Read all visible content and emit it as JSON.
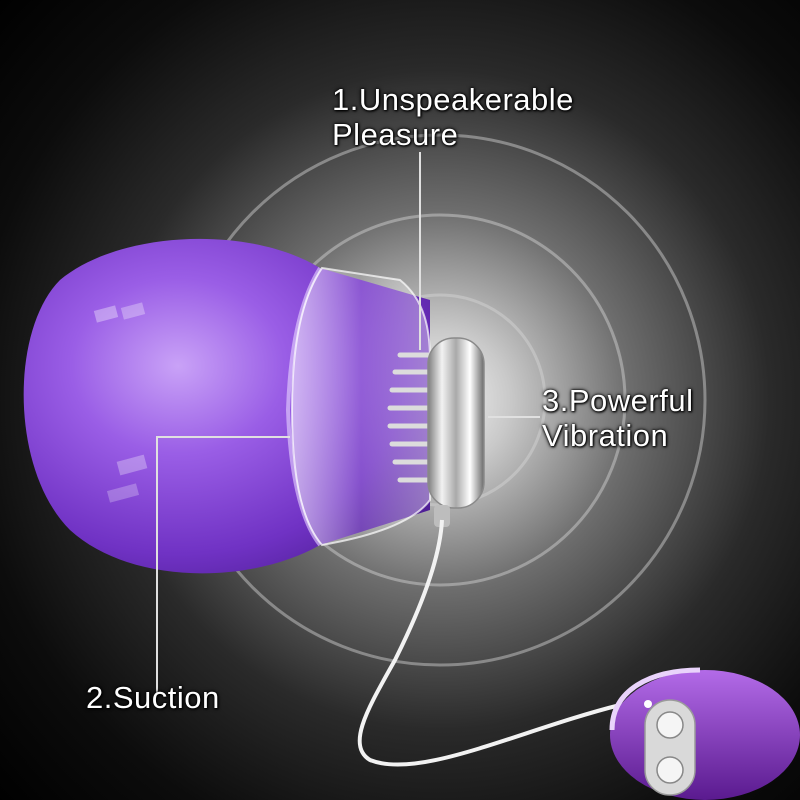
{
  "callouts": {
    "pleasure": {
      "line1": "1.Unspeakerable",
      "line2": "Pleasure"
    },
    "suction": {
      "text": "2.Suction"
    },
    "vibration": {
      "line1": "3.Powerful",
      "line2": "Vibration"
    }
  },
  "colors": {
    "background": "#000000",
    "cup_purple": "#7b3fd0",
    "cup_purple_light": "#b58af0",
    "chrome": "#d8d8d8",
    "label_text": "#ffffff",
    "leader_line": "#e0e0e0"
  },
  "icons": {
    "vibration-rings": "concentric-circles",
    "remote-control": "oval-remote-with-buttons"
  }
}
